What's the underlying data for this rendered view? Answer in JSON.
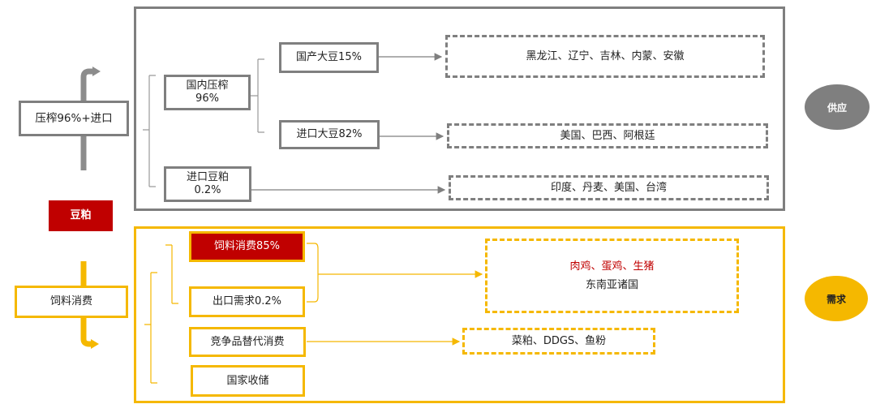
{
  "supply": {
    "root": "压榨96%+进口",
    "domestic": {
      "line1": "国内压榨",
      "line2": "96%"
    },
    "domestic_soy": "国产大豆15%",
    "import_soy": "进口大豆82%",
    "import_meal": {
      "line1": "进口豆粕",
      "line2": "0.2%"
    },
    "regions_domestic": "黑龙江、辽宁、吉林、内蒙、安徽",
    "regions_import_soy": "美国、巴西、阿根廷",
    "regions_import_meal": "印度、丹麦、美国、台湾",
    "badge": "供应"
  },
  "center_label": "豆粕",
  "demand": {
    "root": "饲料消费",
    "feed": "饲料消费85%",
    "export": "出口需求0.2%",
    "substitute": "竞争品替代消费",
    "reserve": "国家收储",
    "livestock": "肉鸡、蛋鸡、生猪",
    "southeast_asia": "东南亚诸国",
    "substitutes_list": "菜粕、DDGS、鱼粉",
    "badge": "需求"
  },
  "colors": {
    "gray": "#7f7f7f",
    "yellow": "#f5b800",
    "red": "#c00000"
  }
}
